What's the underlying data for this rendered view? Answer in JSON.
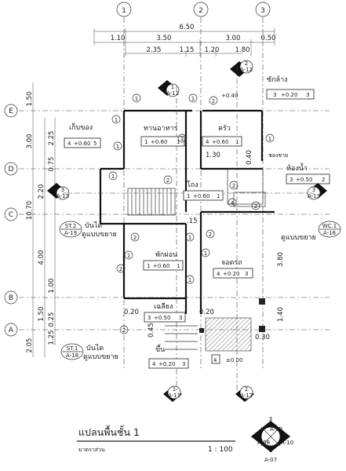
{
  "grid": {
    "columns": [
      "1",
      "2",
      "3"
    ],
    "rows": [
      "E",
      "D",
      "C",
      "B",
      "A"
    ]
  },
  "dimensions_top": {
    "overall": "6.50",
    "row1": [
      "1.10",
      "3.50",
      "3.00",
      "0.50"
    ],
    "row2": [
      "2.35",
      "1.15",
      "1.20",
      "1.80"
    ]
  },
  "dimensions_left": {
    "outer": [
      "1.50",
      "3.00",
      "2.20",
      "10.70",
      "4.00",
      "1.50",
      "2.05"
    ],
    "inner": [
      "2.25",
      "0.75",
      "1.00",
      "0.25",
      "1.25"
    ]
  },
  "dimensions_inner": [
    "1.30",
    "0.40",
    ".15",
    "0.20",
    "0.20",
    "0.45",
    "0.30",
    "3.80",
    "1.40"
  ],
  "rooms": [
    {
      "name": "ซักล้าง",
      "tag": "3",
      "level": "+0.20",
      "code": "3"
    },
    {
      "name": "เก็บของ",
      "tag": "4",
      "level": "+0.60",
      "code": "5"
    },
    {
      "name": "ทานอาหาร",
      "tag": "1",
      "level": "+0.60",
      "code": "1"
    },
    {
      "name": "ครัว",
      "tag": "4",
      "level": "+0.60",
      "code": "1"
    },
    {
      "name": "ห้องน้ำ",
      "tag": "3",
      "level": "+0.50",
      "code": "2"
    },
    {
      "name": "โถง",
      "tag": "1",
      "level": "+0.60",
      "code": "1"
    },
    {
      "name": "พักผ่อน",
      "tag": "1",
      "level": "+0.60",
      "code": "1"
    },
    {
      "name": "จอดรถ",
      "tag": "4",
      "level": "+0.20",
      "code": "3"
    },
    {
      "name": "เฉลียง",
      "tag": "3",
      "level": "+0.50",
      "code": "3"
    },
    {
      "name": "ขึ้น",
      "tag": "4",
      "level": "+0.20",
      "code": "3"
    }
  ],
  "labels": {
    "storage_shelf": "ชองชาย",
    "plus040": "+0.40",
    "ground_level": "±0.00",
    "ground_tag": "4",
    "st2_tag": "ST.2",
    "st2_ref": "A-19",
    "st2_line1": "บันได",
    "st2_line2": "ดูแบบขยาย",
    "st1_tag": "ST.1",
    "st1_ref": "A-18",
    "st1_line1": "บันได",
    "st1_line2": "ดูแบบขยาย",
    "wc_tag": "WC.1",
    "wc_ref": "A-16",
    "wc_line": "ดูแบบขยาย"
  },
  "section_marks": [
    {
      "num": "1",
      "ref": "A-11"
    },
    {
      "num": "2",
      "ref": "A-12"
    },
    {
      "num": "3",
      "ref": "A-13"
    },
    {
      "num": "3",
      "ref": "A-13"
    },
    {
      "num": "1",
      "ref": "A-11"
    },
    {
      "num": "2",
      "ref": "A-12"
    }
  ],
  "door_tags": [
    "1",
    "1",
    "2",
    "1",
    "1",
    "1",
    "1",
    "2",
    "2",
    "1",
    "2",
    "1",
    "2",
    "1",
    "1",
    "2",
    "4",
    "1",
    "2",
    "2"
  ],
  "title_block": {
    "title": "แปลนพื้นชั้น 1",
    "subtitle": "มาตราส่วน",
    "scale": "1 : 100"
  },
  "elevation_key": {
    "top": "3",
    "top_ref": "A-09",
    "left": "2",
    "left_ref": "A-08",
    "right": "4",
    "right_ref": "A-10",
    "bottom": "1",
    "bottom_ref": "A-07"
  }
}
